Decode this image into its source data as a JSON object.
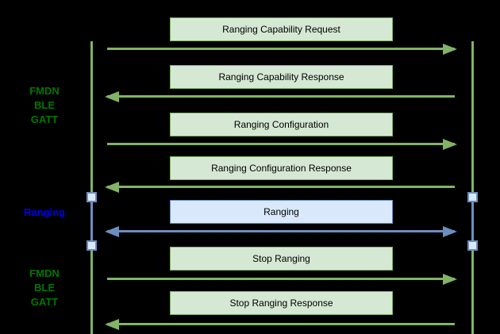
{
  "diagram_type": "sequence-diagram",
  "colors": {
    "background": "#000000",
    "green_fill": "#d5e8d4",
    "green_stroke": "#82b366",
    "blue_fill": "#dae8fc",
    "blue_stroke": "#6c8ebf",
    "gatt_label_text": "#007700",
    "ranging_label_text": "#0000ee",
    "message_text": "#000000"
  },
  "sections": [
    {
      "id": "fmdn-ble-gatt-top",
      "lines": [
        "FMDN",
        "BLE",
        "GATT"
      ]
    },
    {
      "id": "ranging",
      "lines": [
        "Ranging"
      ]
    },
    {
      "id": "fmdn-ble-gatt-bottom",
      "lines": [
        "FMDN",
        "BLE",
        "GATT"
      ]
    }
  ],
  "messages": [
    {
      "label": "Ranging Capability Request",
      "direction": "right",
      "style": "green"
    },
    {
      "label": "Ranging Capability Response",
      "direction": "left",
      "style": "green"
    },
    {
      "label": "Ranging Configuration",
      "direction": "right",
      "style": "green"
    },
    {
      "label": "Ranging Configuration Response",
      "direction": "left",
      "style": "green"
    },
    {
      "label": "Ranging",
      "direction": "both",
      "style": "blue"
    },
    {
      "label": "Stop Ranging",
      "direction": "right",
      "style": "green"
    },
    {
      "label": "Stop Ranging Response",
      "direction": "left",
      "style": "green"
    }
  ]
}
